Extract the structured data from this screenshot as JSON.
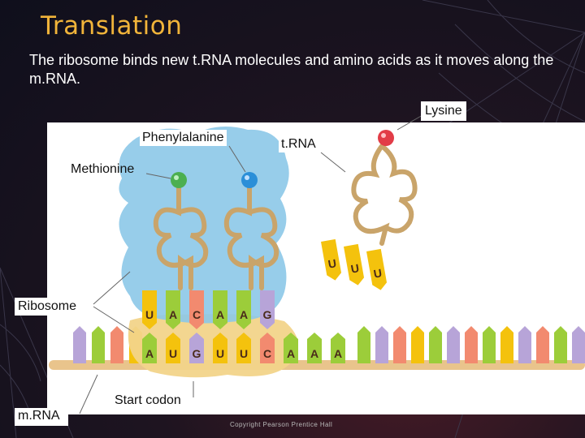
{
  "slide": {
    "title": "Translation",
    "subtitle": "The ribosome binds new t.RNA molecules and amino acids as it moves along the m.RNA."
  },
  "labels": {
    "lysine": "Lysine",
    "phenylalanine": "Phenylalanine",
    "trna": "t.RNA",
    "methionine": "Methionine",
    "ribosome": "Ribosome",
    "mrna": "m.RNA",
    "start_codon": "Start codon"
  },
  "anticodons": {
    "trna1": [
      "U",
      "A",
      "C"
    ],
    "trna2": [
      "A",
      "A",
      "G"
    ],
    "trna3": [
      "U",
      "U",
      "U"
    ]
  },
  "codons": [
    "A",
    "U",
    "G",
    "U",
    "U",
    "C",
    "A",
    "A",
    "A"
  ],
  "copyright": "Copyright Pearson Prentice Hall",
  "colors": {
    "title": "#f1b43a",
    "ribosome": "#8cc8e8",
    "ribosome_small": "#f2d48a",
    "trna_body": "#c9a46a",
    "methionine": "#4caf50",
    "phenylalanine": "#2b8fd8",
    "lysine": "#e23c47",
    "base_U": "#f4c20d",
    "base_A": "#9ccd3a",
    "base_C": "#f28a6f",
    "base_G": "#b7a4d8"
  }
}
